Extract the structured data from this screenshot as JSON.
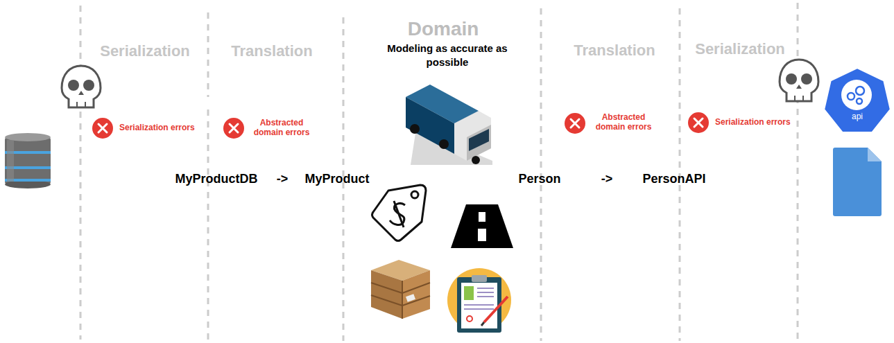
{
  "diagram": {
    "nodes": [
      {
        "text": [
          "api"
        ]
      }
    ],
    "labels": [
      "Serialization",
      "Translation",
      "Domain",
      "Modeling as accurate as possible",
      "Translation",
      "Serialization",
      "Serialization errors",
      "Abstracted domain errors",
      "Abstracted domain errors",
      "Serialization errors",
      "MyProductDB",
      "->",
      "MyProduct",
      "Person",
      "->",
      "PersonAPI"
    ]
  }
}
